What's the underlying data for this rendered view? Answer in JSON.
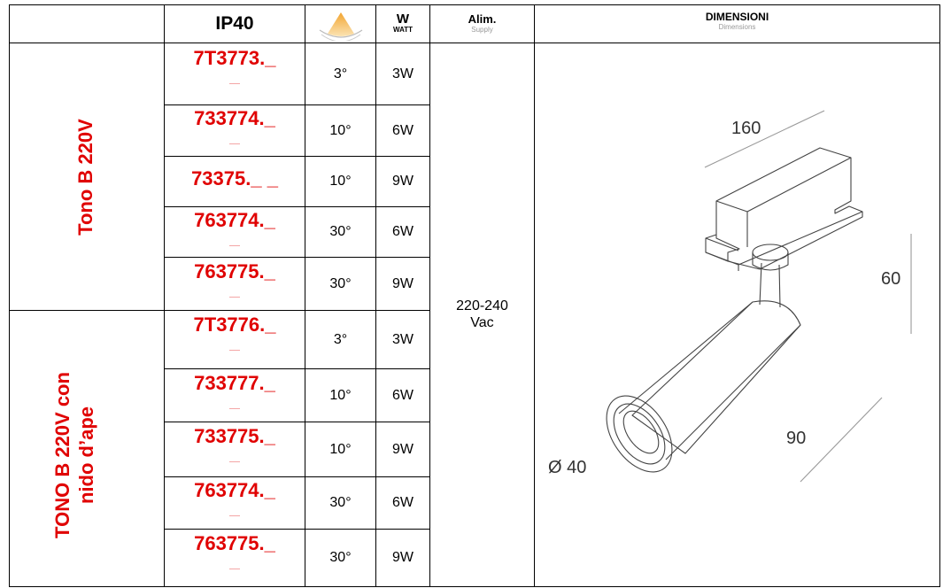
{
  "header": {
    "ip": "IP40",
    "beam_icon": "beam-angle-icon",
    "watt_label": "W",
    "watt_sub": "WATT",
    "supply_label": "Alim.",
    "supply_sub": "Supply",
    "dimensions_label": "DIMENSIONI",
    "dimensions_sub": "Dimensions"
  },
  "groups": [
    {
      "name": "Tono B 220V"
    },
    {
      "name_line1": "TONO B 220V con",
      "name_line2": "nido d’ape"
    }
  ],
  "rows": [
    {
      "code": "7T3773._",
      "code_tail": "_",
      "angle": "3°",
      "watt": "3W"
    },
    {
      "code": "733774._",
      "code_tail": "_",
      "angle": "10°",
      "watt": "6W"
    },
    {
      "code": "73375._ _",
      "code_tail": "",
      "angle": "10°",
      "watt": "9W"
    },
    {
      "code": "763774._",
      "code_tail": "_",
      "angle": "30°",
      "watt": "6W"
    },
    {
      "code": "763775._",
      "code_tail": "_",
      "angle": "30°",
      "watt": "9W"
    },
    {
      "code": "7T3776._",
      "code_tail": "_",
      "angle": "3°",
      "watt": "3W"
    },
    {
      "code": "733777._",
      "code_tail": "_",
      "angle": "10°",
      "watt": "6W"
    },
    {
      "code": "733775._",
      "code_tail": "_",
      "angle": "10°",
      "watt": "9W"
    },
    {
      "code": "763774._",
      "code_tail": "_",
      "angle": "30°",
      "watt": "6W"
    },
    {
      "code": "763775._",
      "code_tail": "_",
      "angle": "30°",
      "watt": "9W"
    }
  ],
  "supply": {
    "line1": "220-240",
    "line2": "Vac"
  },
  "drawing": {
    "length": "160",
    "height": "60",
    "body_length": "90",
    "diameter": "Ø 40"
  }
}
